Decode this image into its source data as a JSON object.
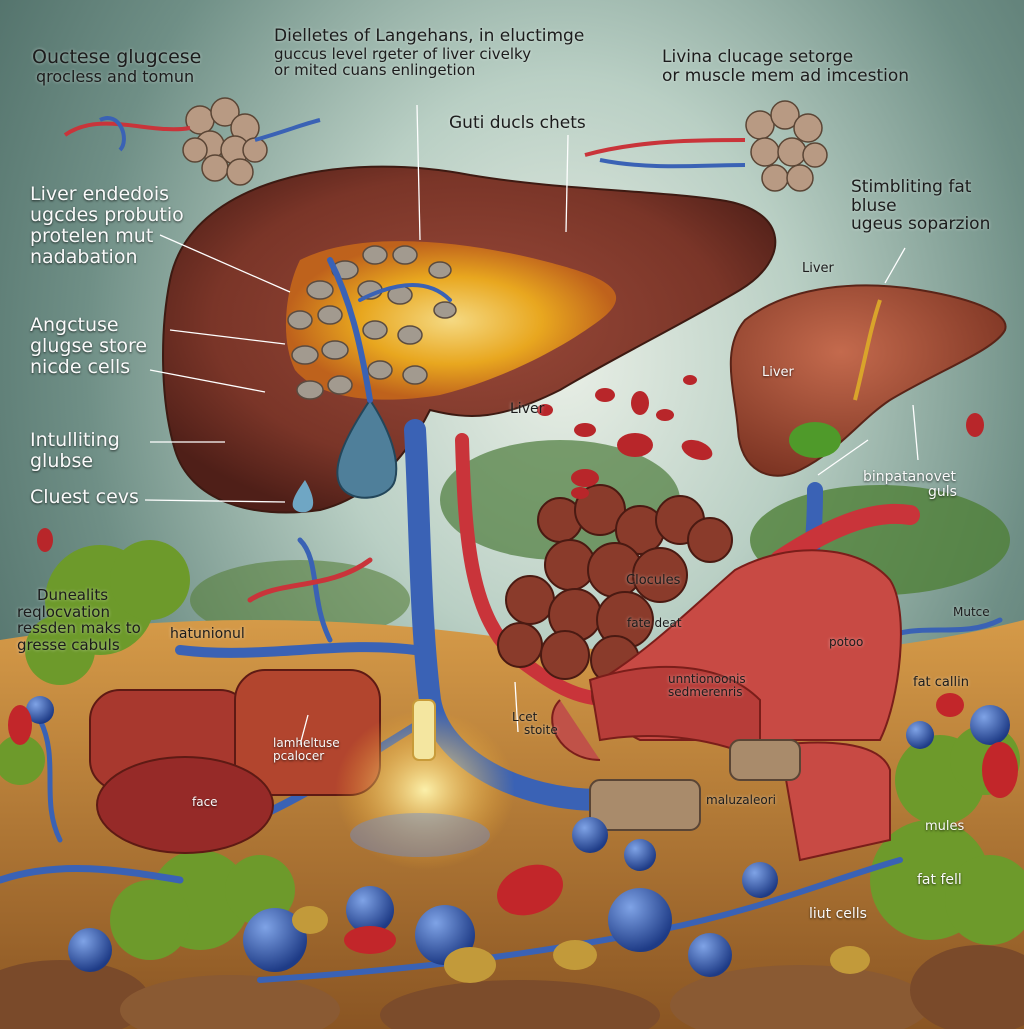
{
  "labels": {
    "top_left": [
      "Ouctese glugcese",
      "qrocless and tomun"
    ],
    "top_center": [
      "Dielletes of Langehans, in eluctimge",
      "guccus level rgeter of liver civelky",
      "or mited cuans enlingetion"
    ],
    "top_right": [
      "Livina clucage setorge",
      "or muscle mem ad imcestion"
    ],
    "guti_ducls": "Guti ducls chets",
    "liver_endedois": [
      "Liver endedois",
      "ugcdes probutio",
      "protelen mut",
      "nadabation"
    ],
    "angctuse": [
      "Angctuse",
      "glugse store",
      "nicde cells"
    ],
    "intulliting": [
      "Intulliting",
      "glubse"
    ],
    "cluest_cevs": "Cluest cevs",
    "stimbliting": [
      "Stimbliting fat",
      "bluse",
      "ugeus soparzion"
    ],
    "liver_small_top": "Liver",
    "liver_small_inner": "Liver",
    "liver_main": "Liver",
    "binpatanovet": [
      "binpatanovet",
      "guls"
    ],
    "dunealits": [
      "Dunealits",
      "reqlocvation",
      "ressden maks to",
      "gresse cabuls"
    ],
    "hatunionul": "hatunionul",
    "clocules": "Clocules",
    "fate_deat": "fate deat",
    "mutce": "Mutce",
    "potoo": "potoo",
    "fat_callin": "fat callin",
    "unntionoonis": [
      "unntionoonis",
      "sedmerenris"
    ],
    "lcet_stoite": [
      "Lcet",
      "stoite"
    ],
    "lamheltuse": [
      "lamheltuse",
      "pcalocer"
    ],
    "face": "face",
    "maluzaleori": "maluzaleori",
    "mules": "mules",
    "fat_fell": "fat fell",
    "liut_cells": "liut cells"
  },
  "colors": {
    "liver": "#7a3528",
    "liver_glow": "#f2b21d",
    "vein": "#3a62b5",
    "artery": "#c9343a",
    "muscle": "#c84a44",
    "moss": "#6d9a2b",
    "soil": "#c58a3c"
  }
}
